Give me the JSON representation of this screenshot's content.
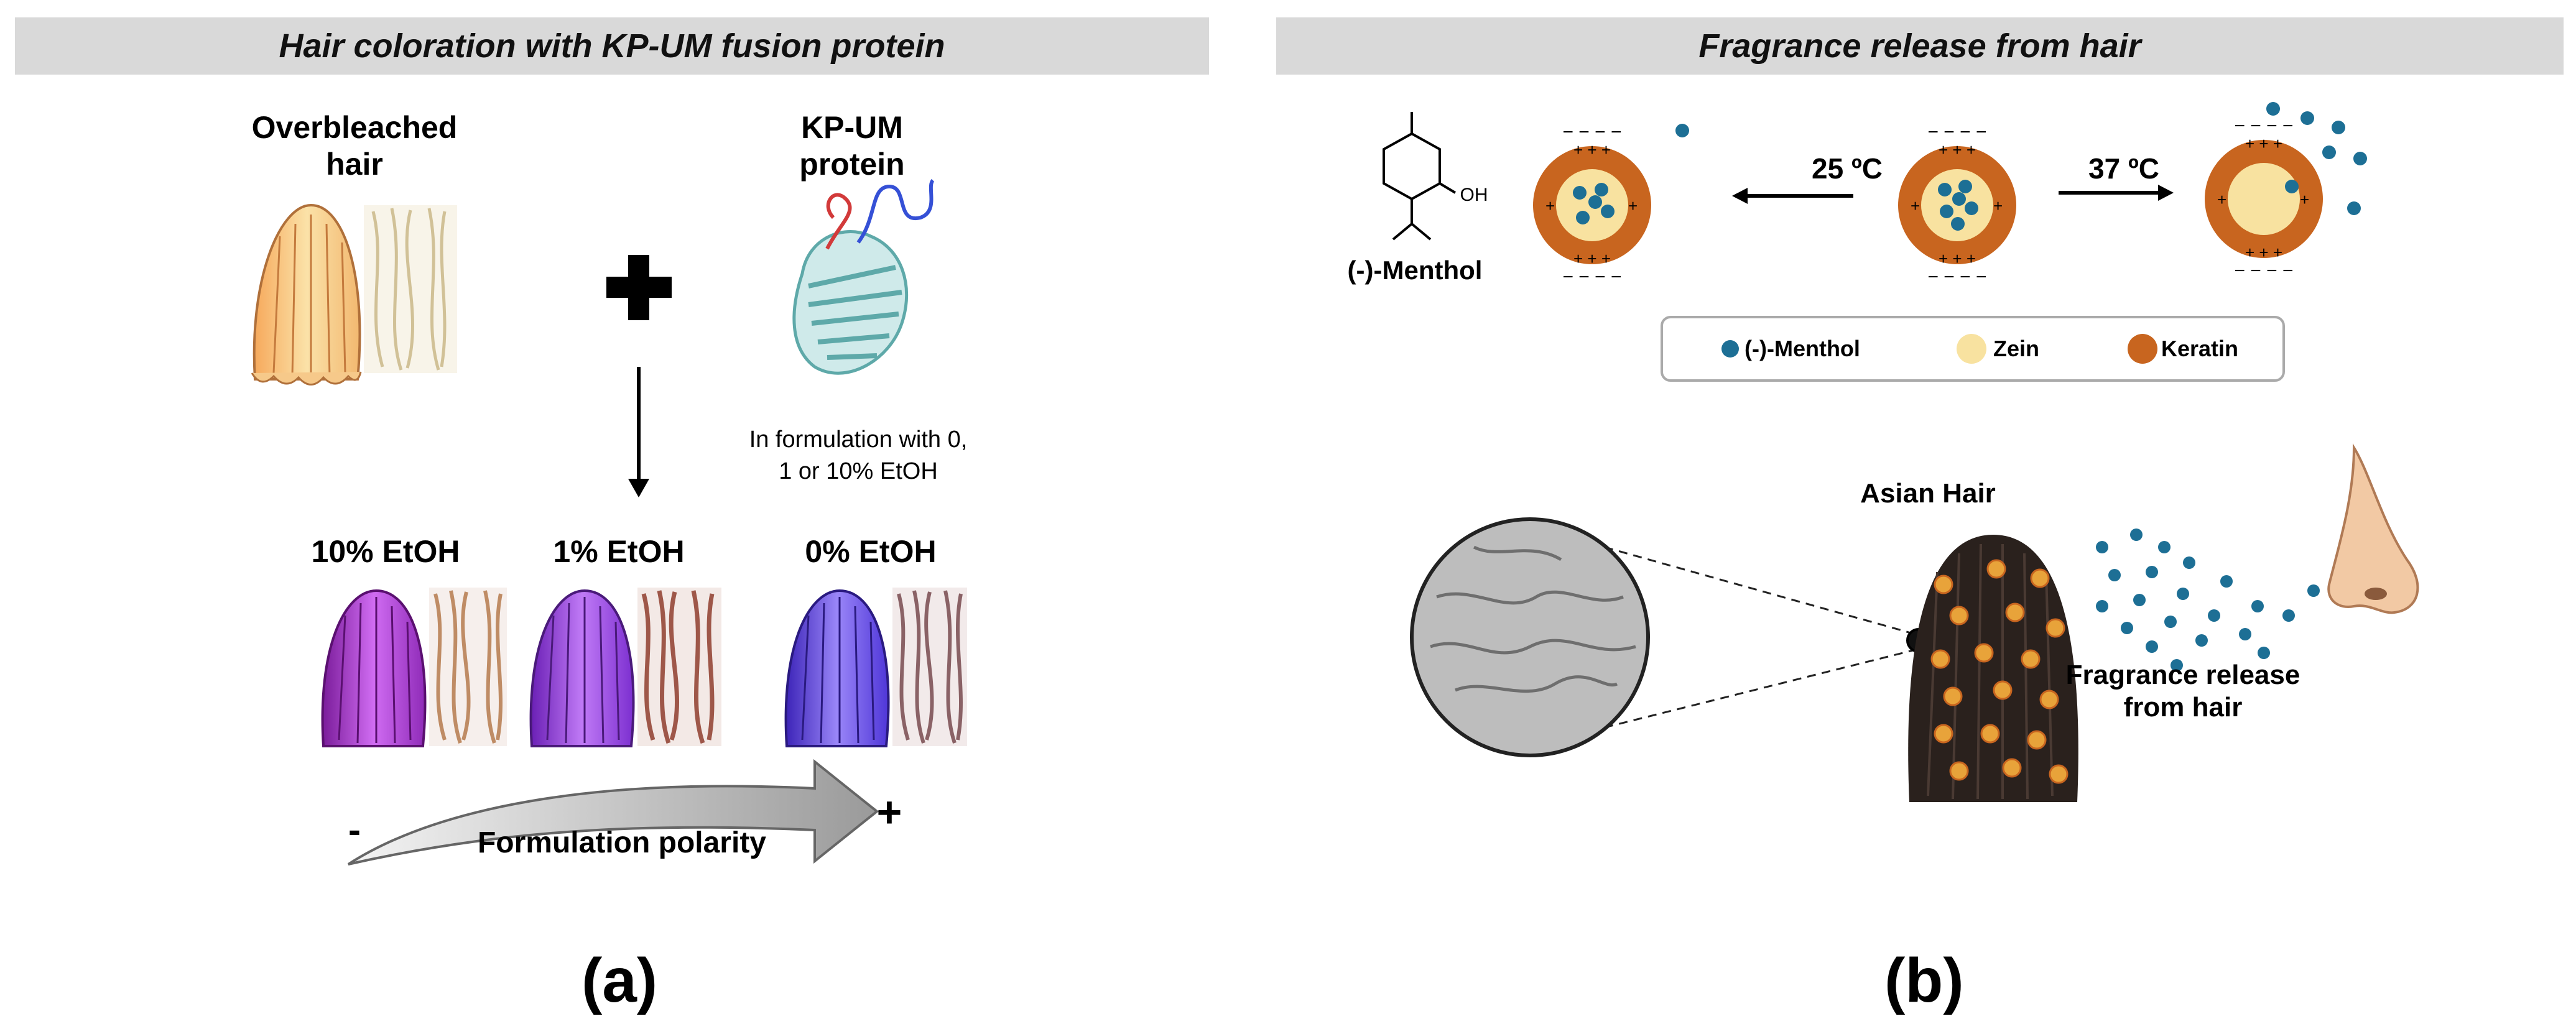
{
  "panel_a": {
    "title": "Hair coloration with KP-UM fusion protein",
    "overbleached_label": "Overbleached hair",
    "overbleached_label_l1": "Overbleached",
    "overbleached_label_l2": "hair",
    "protein_label_l1": "KP-UM",
    "protein_label_l2": "protein",
    "formulation_note_l1": "In formulation with 0,",
    "formulation_note_l2": "1 or 10% EtOH",
    "plus_symbol": "+",
    "results": [
      "10% EtOH",
      "1% EtOH",
      "0% EtOH"
    ],
    "polarity_label": "Formulation polarity",
    "polarity_minus": "-",
    "polarity_plus": "+",
    "panel_label": "(a)",
    "colors": {
      "overbleached": "#f3c680",
      "purple_10": "#b13ad8",
      "purple_1": "#9b36e6",
      "purple_0": "#6a3ee8",
      "protein": "#7fc9c9"
    }
  },
  "panel_b": {
    "title": "Fragrance release from hair",
    "molecule_name": "(-)-Menthol",
    "molecule_oh": "OH",
    "temp_left": "25 ºC",
    "temp_right": "37 ºC",
    "legend": [
      {
        "label": "(-)-Menthol",
        "color": "#1d6f95"
      },
      {
        "label": "Zein",
        "color": "#f8e2a0"
      },
      {
        "label": "Keratin",
        "color": "#c8651f"
      }
    ],
    "hair_label": "Asian Hair",
    "release_label_l1": "Fragrance release",
    "release_label_l2": "from hair",
    "panel_label": "(b)",
    "colors": {
      "keratin": "#c8651f",
      "zein": "#f8e2a0",
      "menthol": "#1d6f95",
      "hair": "#2a211d"
    }
  }
}
